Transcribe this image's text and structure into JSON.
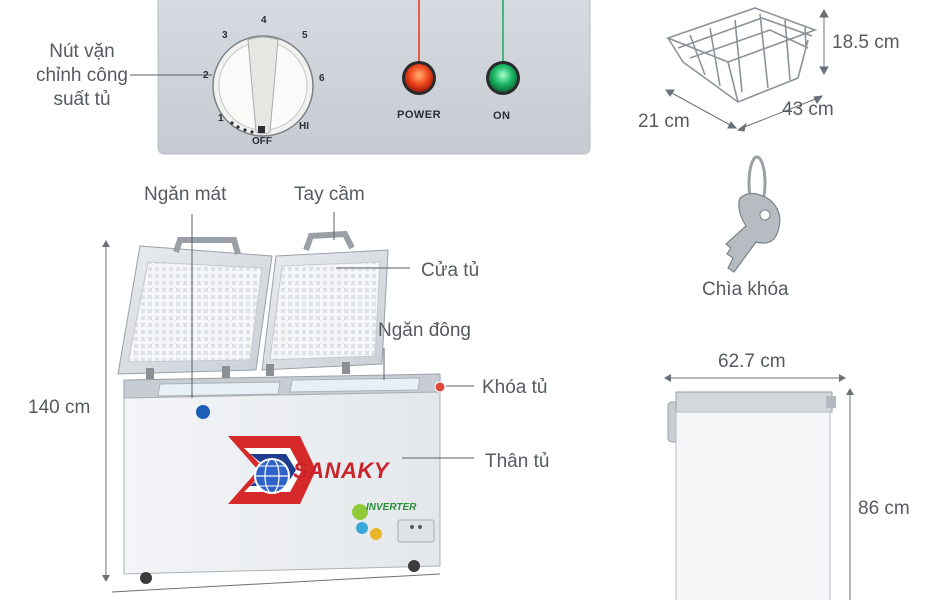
{
  "control_panel": {
    "dial_label": "Nút vặn\nchỉnh công\nsuất tủ",
    "dial_numbers": [
      "1",
      "2",
      "3",
      "4",
      "5",
      "6"
    ],
    "dial_off": "OFF",
    "dial_hi": "HI",
    "power_label": "POWER",
    "on_label": "ON",
    "power_color": "#e8321c",
    "on_color": "#1aa860"
  },
  "basket": {
    "height": "18.5 cm",
    "depth": "21 cm",
    "width": "43 cm"
  },
  "key": {
    "label": "Chìa khóa"
  },
  "freezer": {
    "cool_compartment": "Ngăn mát",
    "handle": "Tay cầm",
    "door": "Cửa tủ",
    "freeze_compartment": "Ngăn đông",
    "lock": "Khóa tủ",
    "body": "Thân tủ",
    "height": "140 cm",
    "brand": "SANAKY",
    "inverter_text": "INVERTER"
  },
  "side_view": {
    "depth": "62.7 cm",
    "height": "86 cm"
  }
}
